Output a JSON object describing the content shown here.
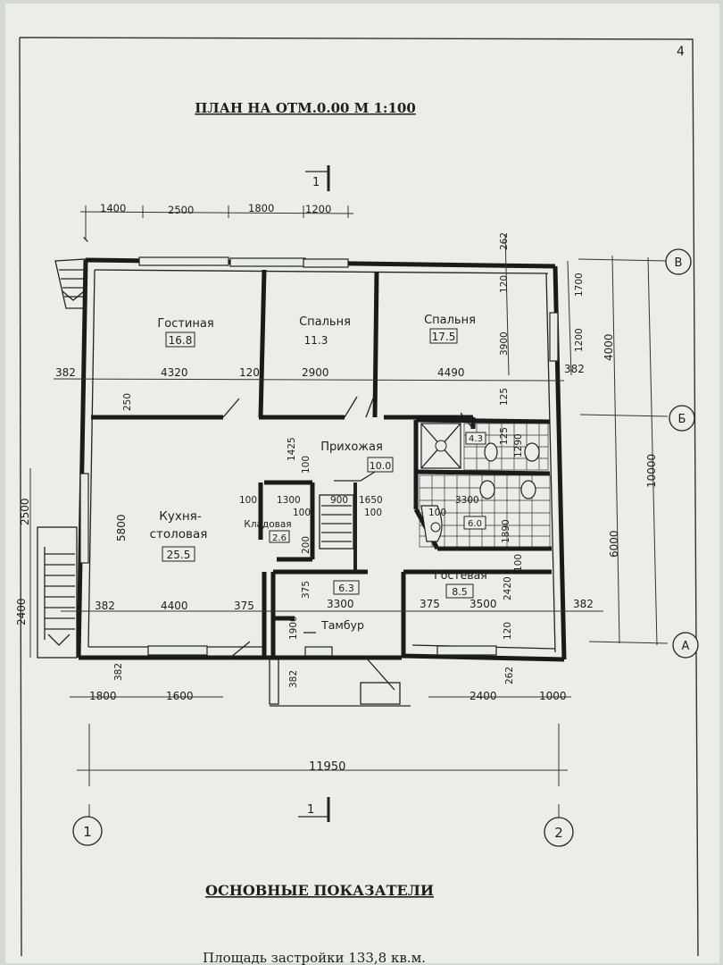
{
  "page_number": "4",
  "title": "ПЛАН НА ОТМ.0.00 М 1:100",
  "section_mark": "1",
  "rooms": [
    {
      "name": "Гостиная",
      "area": "16.8"
    },
    {
      "name": "Спальня",
      "area": "11.3"
    },
    {
      "name": "Спальня",
      "area": "17.5"
    },
    {
      "name": "Прихожая",
      "area": "10.0"
    },
    {
      "name": "Кухня-",
      "name2": "столовая",
      "area": "25.5"
    },
    {
      "name": "Кладовая",
      "area": "2.6"
    },
    {
      "name": "Гостевая",
      "area": "8.5"
    },
    {
      "name": "Тамбур",
      "area": "6.3"
    },
    {
      "area": "4.3"
    },
    {
      "area": "6.0"
    }
  ],
  "dimensions": {
    "top_chain": [
      "1400",
      "2500",
      "1800",
      "1200"
    ],
    "upper_row": [
      "382",
      "4320",
      "120",
      "2900",
      "4490",
      "382"
    ],
    "right_upper": [
      "262",
      "120",
      "3900",
      "1700",
      "1200",
      "125"
    ],
    "middle": [
      "250",
      "1425",
      "100",
      "100",
      "1300",
      "900",
      "1650",
      "3300",
      "100",
      "100",
      "100",
      "1890",
      "125",
      "1290"
    ],
    "left_side": [
      "5800",
      "2500",
      "2400"
    ],
    "lower_row": [
      "382",
      "4400",
      "375",
      "3300",
      "375",
      "3500",
      "382"
    ],
    "lower_misc": [
      "200",
      "375",
      "1900",
      "2420",
      "100",
      "120",
      "262",
      "382"
    ],
    "bottom_chain_left": [
      "1800",
      "1600"
    ],
    "bottom_chain_right": [
      "2400",
      "1000"
    ],
    "right_total": [
      "4000",
      "6000",
      "10000"
    ],
    "overall": "11950"
  },
  "axes": {
    "a": "А",
    "b": "Б",
    "c": "В",
    "n1": "1",
    "n2": "2"
  },
  "indicators_title": "ОСНОВНЫЕ ПОКАЗАТЕЛИ",
  "indicator_line": "Площадь застройки 133,8 кв.м."
}
